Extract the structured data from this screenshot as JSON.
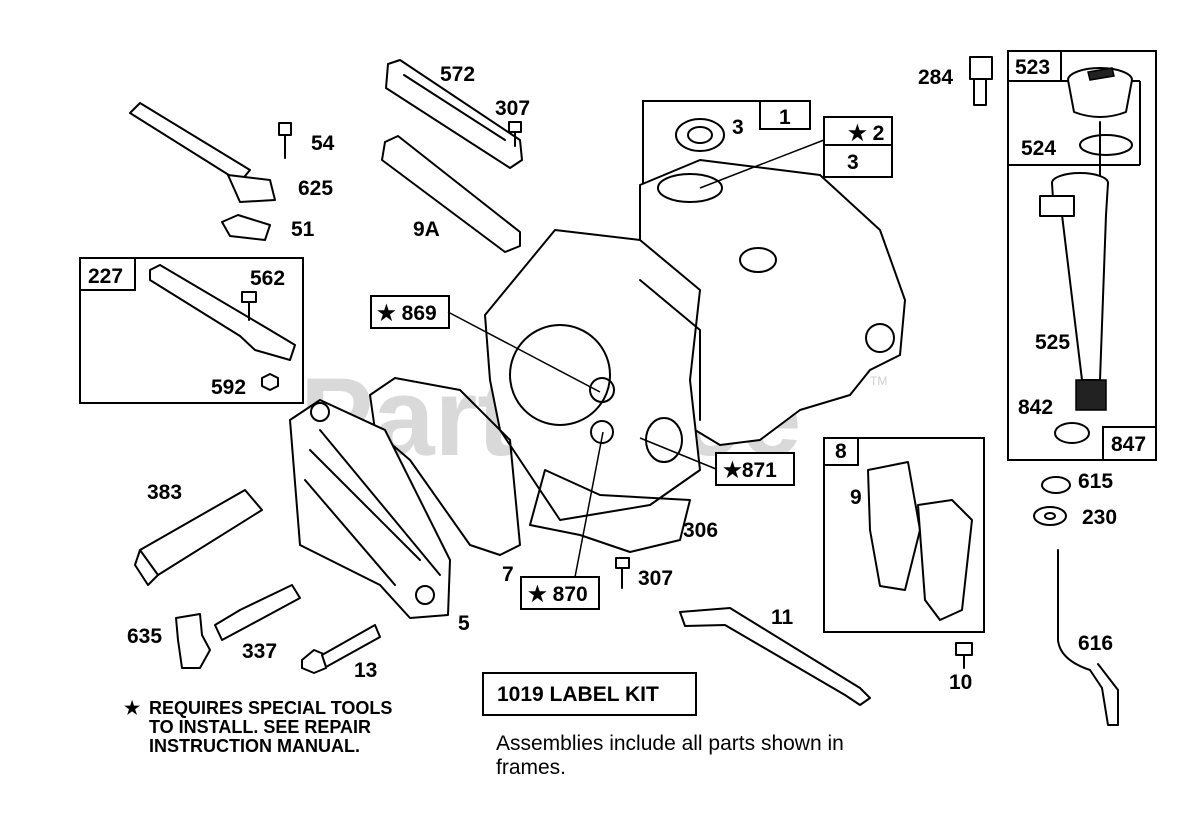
{
  "watermark": "PartsTree",
  "watermark_tm": "TM",
  "parts": {
    "p284": "284",
    "p523": "523",
    "p524": "524",
    "p525": "525",
    "p842": "842",
    "p847": "847",
    "p615": "615",
    "p230": "230",
    "p616": "616",
    "p572": "572",
    "p307a": "307",
    "p9a": "9A",
    "p54": "54",
    "p625": "625",
    "p51": "51",
    "p227": "227",
    "p562": "562",
    "p592": "592",
    "p1": "1",
    "p3a": "3",
    "p2": "2",
    "p3b": "3",
    "p869": "869",
    "p871": "871",
    "p870": "870",
    "p306": "306",
    "p7": "7",
    "p307b": "307",
    "p383": "383",
    "p5": "5",
    "p635": "635",
    "p337": "337",
    "p13": "13",
    "p8": "8",
    "p9": "9",
    "p11": "11",
    "p10": "10"
  },
  "star_symbol": "★",
  "notes": {
    "special_tools": [
      "REQUIRES SPECIAL TOOLS",
      "TO INSTALL.  SEE REPAIR",
      "INSTRUCTION MANUAL."
    ],
    "label_kit": "1019 LABEL KIT",
    "assemblies": [
      "Assemblies include all parts shown in",
      "frames."
    ]
  }
}
